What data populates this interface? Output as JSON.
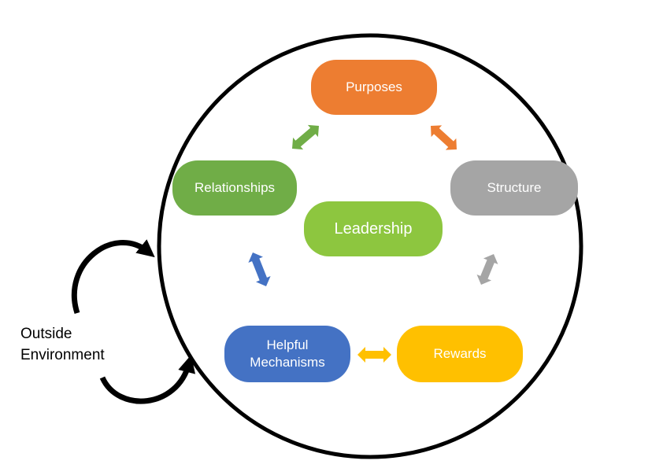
{
  "nodes": {
    "purposes": {
      "label": "Purposes",
      "color": "#ED7D31"
    },
    "structure": {
      "label": "Structure",
      "color": "#A5A5A5"
    },
    "rewards": {
      "label": "Rewards",
      "color": "#FFC000"
    },
    "mechanisms": {
      "line1": "Helpful",
      "line2": "Mechanisms",
      "color": "#4472C4"
    },
    "relationships": {
      "label": "Relationships",
      "color": "#70AD47"
    },
    "leadership": {
      "label": "Leadership",
      "color": "#8DC63F"
    }
  },
  "outside": {
    "line1": "Outside",
    "line2": "Environment"
  },
  "arrows": [
    {
      "from": "relationships",
      "to": "purposes",
      "color": "#70AD47",
      "icon": "double-arrow-icon"
    },
    {
      "from": "purposes",
      "to": "structure",
      "color": "#ED7D31",
      "icon": "double-arrow-icon"
    },
    {
      "from": "structure",
      "to": "rewards",
      "color": "#A5A5A5",
      "icon": "double-arrow-icon"
    },
    {
      "from": "rewards",
      "to": "mechanisms",
      "color": "#FFC000",
      "icon": "double-arrow-icon"
    },
    {
      "from": "mechanisms",
      "to": "relationships",
      "color": "#4472C4",
      "icon": "double-arrow-icon"
    }
  ]
}
